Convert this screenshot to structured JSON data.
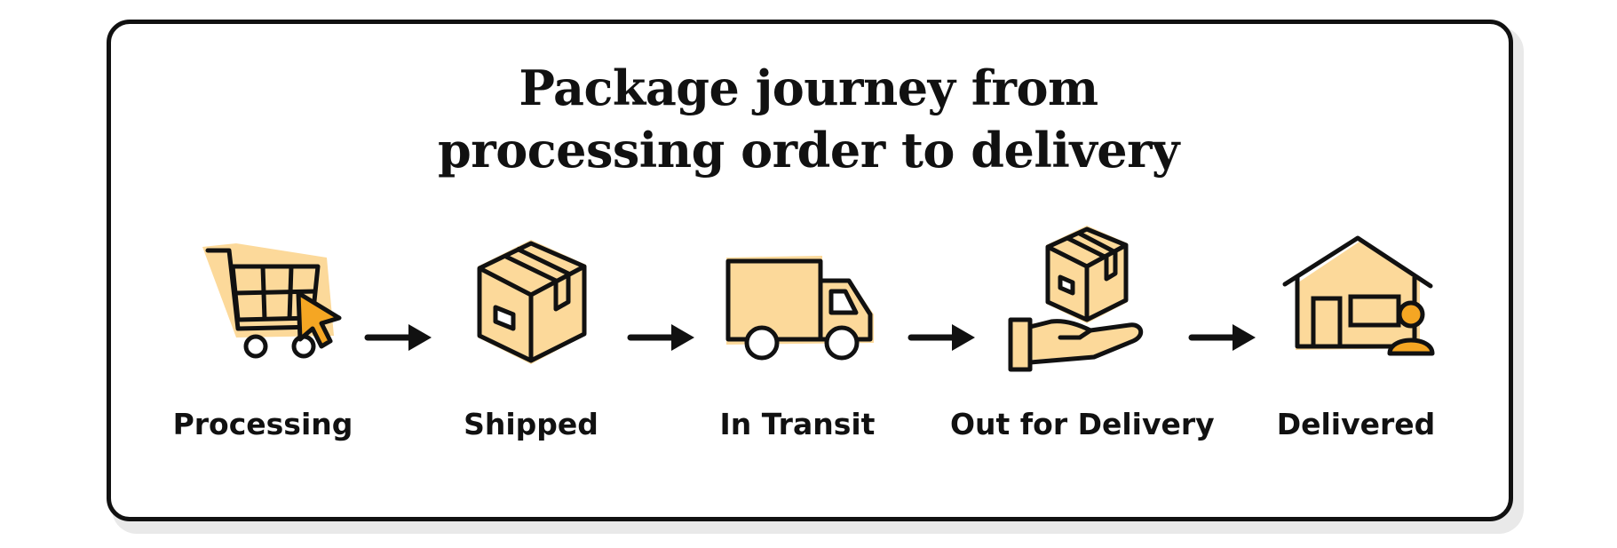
{
  "title": {
    "line1": "Package journey from",
    "line2": "processing order to delivery"
  },
  "steps": [
    {
      "label": "Processing",
      "icon": "shopping-cart-cursor-icon"
    },
    {
      "label": "Shipped",
      "icon": "box-icon"
    },
    {
      "label": "In Transit",
      "icon": "truck-icon"
    },
    {
      "label": "Out for Delivery",
      "icon": "hand-box-icon"
    },
    {
      "label": "Delivered",
      "icon": "house-person-icon"
    }
  ],
  "colors": {
    "accent_fill": "#FCD99A",
    "accent_orange": "#F5A623",
    "stroke": "#111111",
    "background": "#FFFFFF"
  }
}
